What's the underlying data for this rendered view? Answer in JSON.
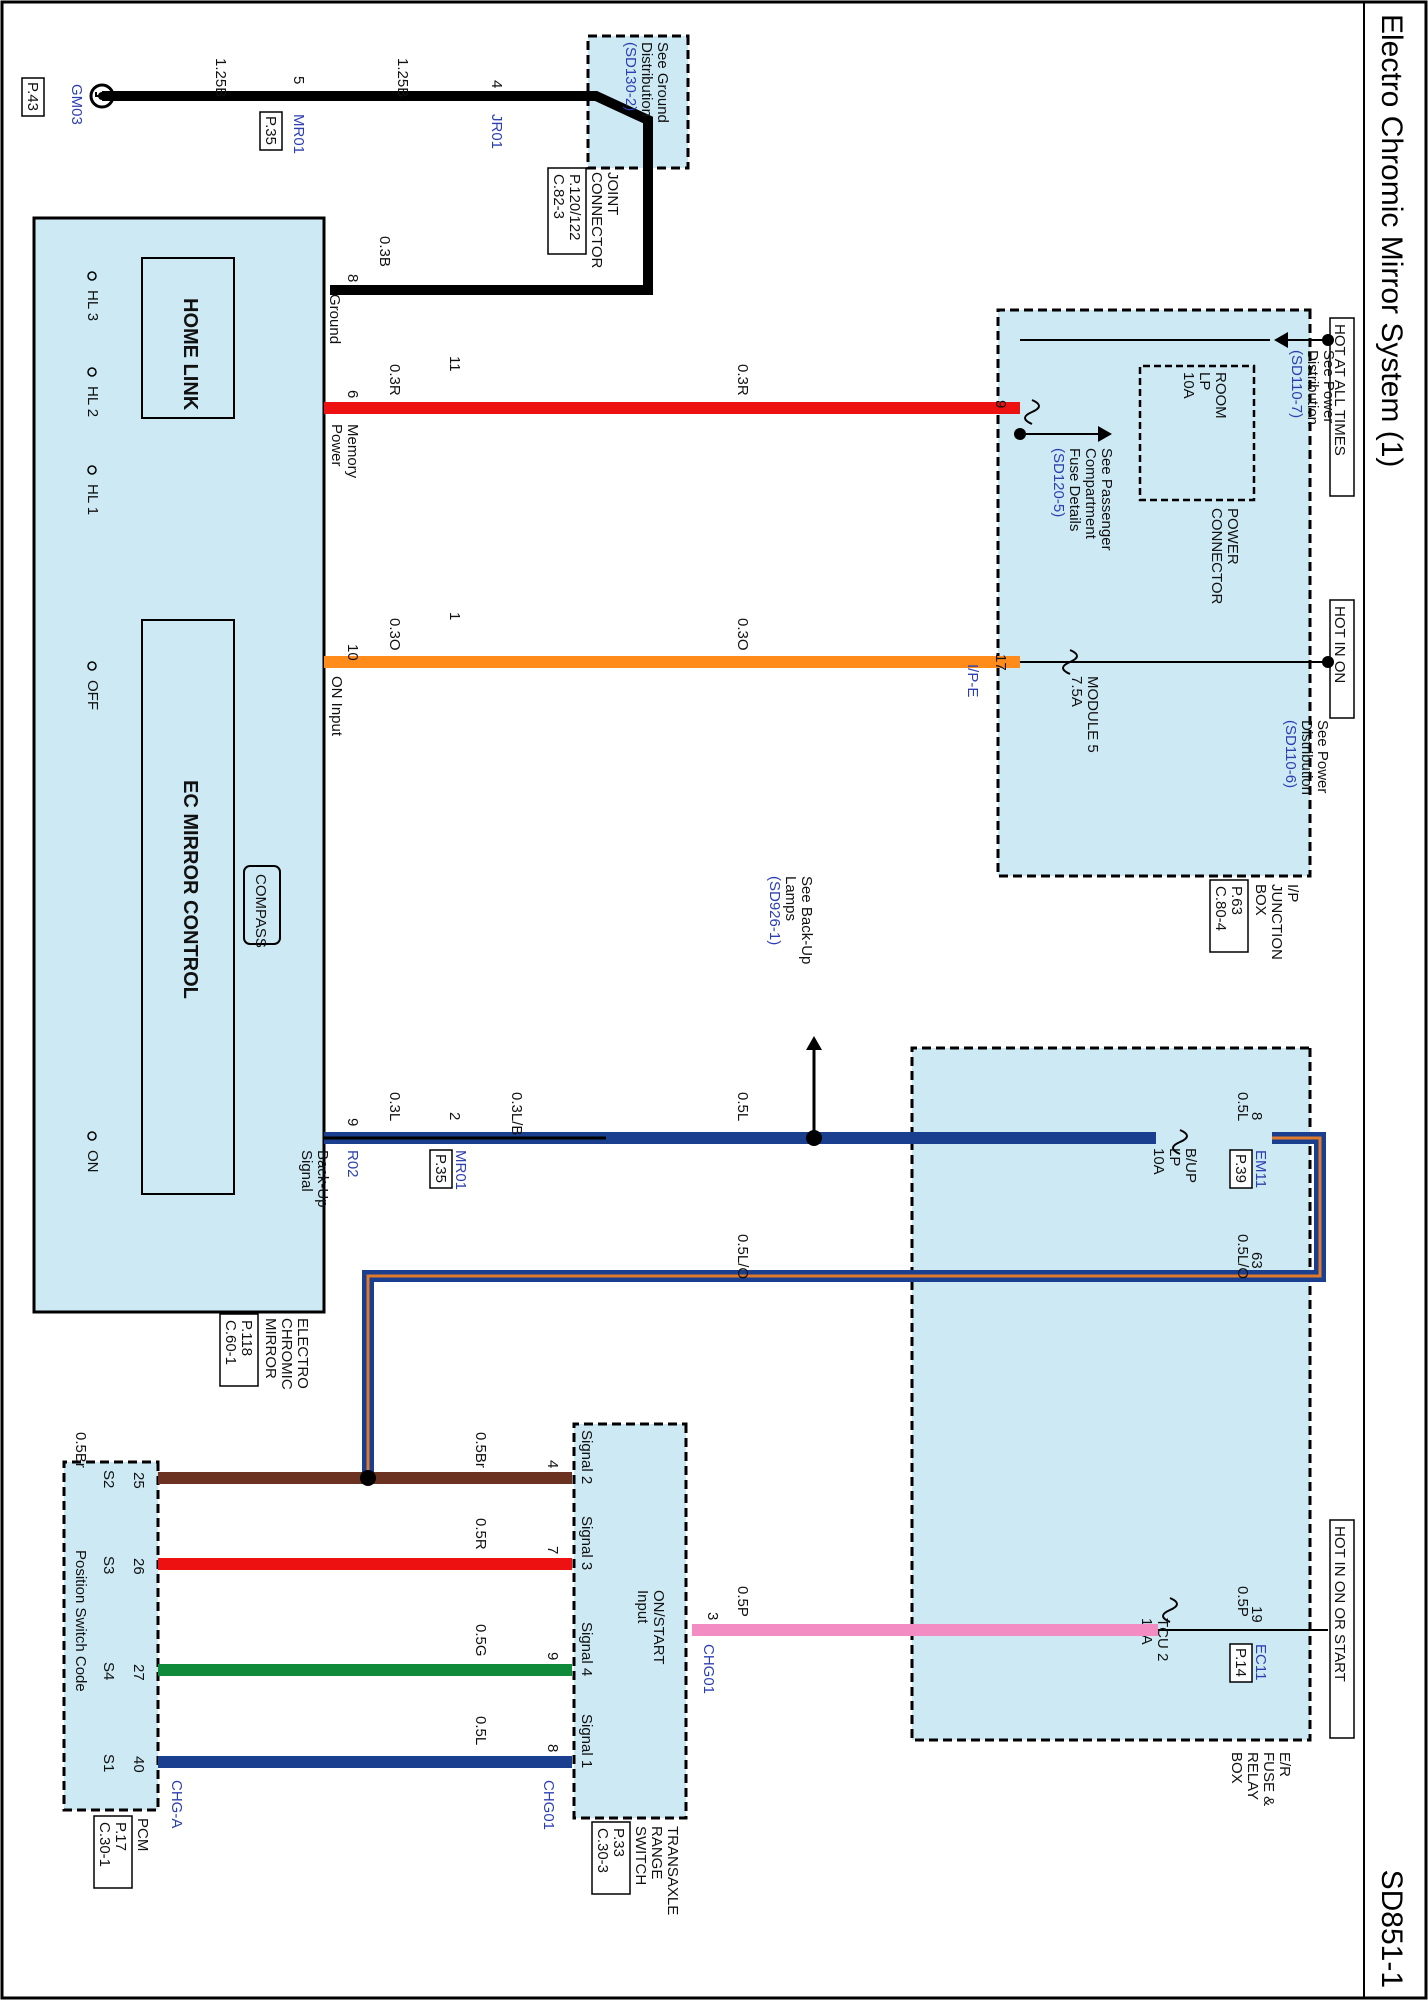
{
  "title": "Electro Chromic Mirror System (1)",
  "page_code": "SD851-1",
  "colors": {
    "box_fill": "#cde9f4",
    "wire_black": "#000000",
    "wire_red": "#ee1111",
    "wire_orange": "#ff8c1a",
    "wire_blue": "#1a3f8f",
    "wire_pink": "#f48cc4",
    "wire_green": "#0f8a3a",
    "wire_brown": "#6b3222",
    "link_blue": "#2c3fb0"
  },
  "power_box": {
    "hot_all_times": "HOT AT ALL TIMES",
    "hot_in_on": "HOT IN ON",
    "power_dist_1": [
      "See Power",
      "Distribution",
      "(SD110-7)"
    ],
    "room_fuse": [
      "ROOM",
      "LP",
      "10A"
    ],
    "power_connector": [
      "POWER",
      "CONNECTOR"
    ],
    "passenger_fuse": [
      "See Passenger",
      "Compartment",
      "Fuse Details",
      "(SD120-5)"
    ],
    "module_fuse": [
      "MODULE 5",
      "7.5A"
    ],
    "power_dist_2": [
      "See Power",
      "Distribution",
      "(SD110-6)"
    ],
    "box_name": [
      "I/P",
      "JUNCTION",
      "BOX"
    ],
    "ref": [
      "P.63",
      "C.80-4"
    ],
    "pin_red": "9",
    "pin_orange": "17",
    "connector_id": "I/P-E"
  },
  "er_box": {
    "bup_fuse": [
      "B/UP",
      "LP",
      "10A"
    ],
    "tcu_fuse": [
      "TCU 2",
      "15A"
    ],
    "hot_on_start": "HOT IN ON OR START",
    "box_name": [
      "E/R",
      "FUSE &",
      "RELAY",
      "BOX"
    ]
  },
  "ground": {
    "gm03": "GM03",
    "gm03_ref": "P.43",
    "wire_1": "1.25B",
    "mr01_pin": "5",
    "mr01": "MR01",
    "mr01_ref": "P.35",
    "wire_2": "1.25B",
    "jr01_pin": "4",
    "jr01": "JR01",
    "ground_dist": [
      "See Ground",
      "Distribution",
      "(SD130-2)"
    ],
    "joint": [
      "JOINT",
      "CONNECTOR"
    ],
    "joint_ref": [
      "P.120/122",
      "C.82-3"
    ],
    "wire_3": "0.3B",
    "pin_8": "8"
  },
  "wires": {
    "red_main": "0.3R",
    "red_short": "0.3R",
    "red_pin_11": "11",
    "red_pin_6": "6",
    "orange_main": "0.3O",
    "orange_short": "0.3O",
    "orange_pin_1": "1",
    "orange_pin_10": "10",
    "blue_1": "0.5L",
    "blue_2": "0.5L",
    "blue_lb": "0.3L/B",
    "blue_3": "0.3L",
    "em11_pin": "8",
    "em11": "EM11",
    "em11_ref": "P.39",
    "mr01_pin": "2",
    "mr01": "MR01",
    "mr01_ref": "P.35",
    "r02_pin": "9",
    "r02": "R02",
    "backup_lamps": [
      "See Back-Up",
      "Lamps",
      "(SD926-1)"
    ],
    "lo_1": "0.5L/O",
    "lo_2": "0.5L/O",
    "lo_pin": "63",
    "pink_1": "0.5P",
    "pink_2": "0.5P",
    "pink_pin_19": "19",
    "ec11": "EC11",
    "ec11_ref": "P.14",
    "pink_pin_3": "3",
    "chg01_top": "CHG01"
  },
  "mirror": {
    "home_link": "HOME LINK",
    "ec_control": "EC MIRROR CONTROL",
    "compass": "COMPASS",
    "hl3": "HL 3",
    "hl2": "HL 2",
    "hl1": "HL 1",
    "off": "OFF",
    "on": "ON",
    "ground": "Ground",
    "memory_power": [
      "Memory",
      "Power"
    ],
    "on_input": "ON Input",
    "backup_signal": [
      "Back-Up",
      "Signal"
    ],
    "name": [
      "ELECTRO",
      "CHROMIC",
      "MIRROR"
    ],
    "ref": [
      "P.118",
      "C.60-1"
    ]
  },
  "trans_switch": {
    "on_start": [
      "ON/START",
      "Input"
    ],
    "signal_2": "Signal 2",
    "signal_3": "Signal 3",
    "signal_4": "Signal 4",
    "signal_1": "Signal 1",
    "pin_4": "4",
    "pin_7": "7",
    "pin_9": "9",
    "pin_8": "8",
    "chg01": "CHG01",
    "name": [
      "TRANSAXLE",
      "RANGE",
      "SWITCH"
    ],
    "ref": [
      "P.33",
      "C.30-3"
    ]
  },
  "pcm": {
    "code": "Position Switch Code",
    "s2": "S2",
    "s3": "S3",
    "s4": "S4",
    "s1": "S1",
    "pin_25": "25",
    "pin_26": "26",
    "pin_27": "27",
    "pin_40": "40",
    "chg_a": "CHG-A",
    "name": "PCM",
    "ref": [
      "P.17",
      "C.30-1"
    ]
  },
  "signal_wires": {
    "br_left": "0.5Br",
    "br_right": "0.5Br",
    "red": "0.5R",
    "green": "0.5G",
    "blue": "0.5L"
  }
}
